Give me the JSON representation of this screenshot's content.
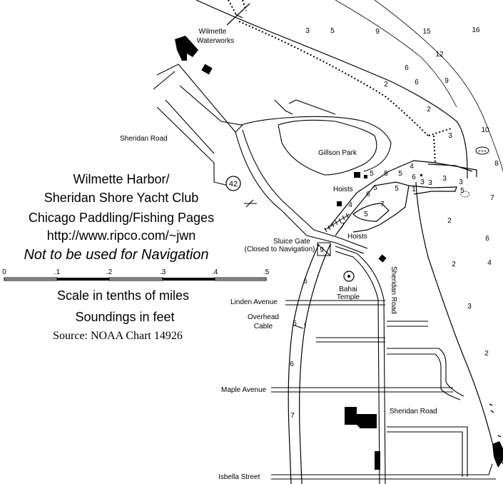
{
  "title": {
    "line1": "Wilmette Harbor/",
    "line2": "Sheridan Shore Yacht Club",
    "line3": "Chicago Paddling/Fishing Pages",
    "url": "http://www.ripco.com/~jwn",
    "warning": "Not to be used for Navigation"
  },
  "scale": {
    "ticks": [
      "0",
      ".1",
      ".2",
      ".3",
      ".4",
      ".5"
    ],
    "caption": "Scale in tenths of miles"
  },
  "soundings_caption": "Soundings in feet",
  "source": "Source: NOAA Chart 14926",
  "labels": {
    "waterworks_1": "Wilmette",
    "waterworks_2": "Waterworks",
    "sheridan_road_nw": "Sheridan Road",
    "gillson_park": "Gillson Park",
    "route": "42",
    "hoists_north": "Hoists",
    "hoists_south": "Hoists",
    "sluice_gate_1": "Sluice Gate",
    "sluice_gate_2": "(Closed to Navigation)",
    "bahai_1": "Bahai",
    "bahai_2": "Temple",
    "sheridan_road_vertical": "Sheridan Road",
    "linden_avenue": "Linden Avenue",
    "overhead_1": "Overhead",
    "overhead_2": "Cable",
    "maple_avenue": "Maple Avenue",
    "sheridan_road_south": "Sheridan Road",
    "isbella_street": "Isbella Street"
  },
  "soundings": {
    "s01": "3",
    "s02": "5",
    "s03": "9",
    "s04": "15",
    "s05": "16",
    "s06": "12",
    "s07": "6",
    "s08": "2",
    "s09": "6",
    "s10": "9",
    "s11": "2",
    "s12": "3",
    "s13": "10",
    "s14": "8",
    "s15": "7",
    "s16": "3",
    "s17": "3",
    "s18": "3",
    "s19": "5",
    "s20": "2",
    "s21": "6",
    "s22": "2",
    "s23": "4",
    "s24": "3",
    "s25": "2",
    "h01": "4",
    "h02": "6",
    "h03": "5",
    "h04": "5",
    "h05": "5",
    "h06": "5",
    "h07": "5",
    "h08": "3",
    "h09": "1",
    "h10": "6",
    "h11": "7",
    "h12": "4",
    "h13": "5",
    "h14": "7",
    "h15": "9",
    "c01": "6",
    "c02": "5",
    "c03": "6",
    "c04": "7"
  }
}
